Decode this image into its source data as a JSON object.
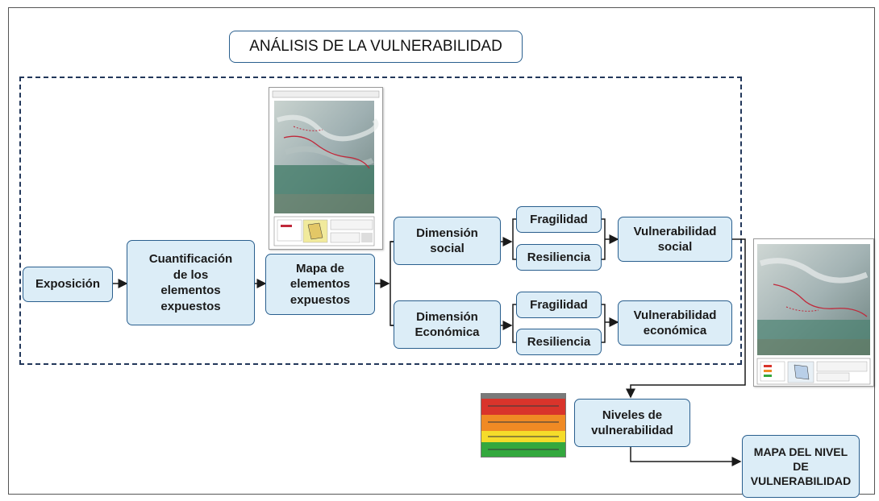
{
  "title": "ANÁLISIS DE LA VULNERABILIDAD",
  "nodes": {
    "exposicion": "Exposición",
    "cuantificacion": "Cuantificación\nde los\nelementos\nexpuestos",
    "mapa_elementos": "Mapa de\nelementos\nexpuestos",
    "dim_social": "Dimensión\nsocial",
    "dim_economica": "Dimensión\nEconómica",
    "fragilidad_social": "Fragilidad",
    "resiliencia_social": "Resiliencia",
    "fragilidad_economica": "Fragilidad",
    "resiliencia_economica": "Resiliencia",
    "vuln_social": "Vulnerabilidad\nsocial",
    "vuln_economica": "Vulnerabilidad\neconómica",
    "niveles": "Niveles de\nvulnerabilidad",
    "mapa_nivel": "MAPA DEL NIVEL\nDE\nVULNERABILIDAD"
  },
  "colors": {
    "node_fill": "#dcedf7",
    "node_border": "#2a5f8e",
    "arrow": "#1a1a1a",
    "legend_high": "#d9342b",
    "legend_mid_high": "#f08a24",
    "legend_mid": "#f5dc2a",
    "legend_low": "#34a83e"
  }
}
